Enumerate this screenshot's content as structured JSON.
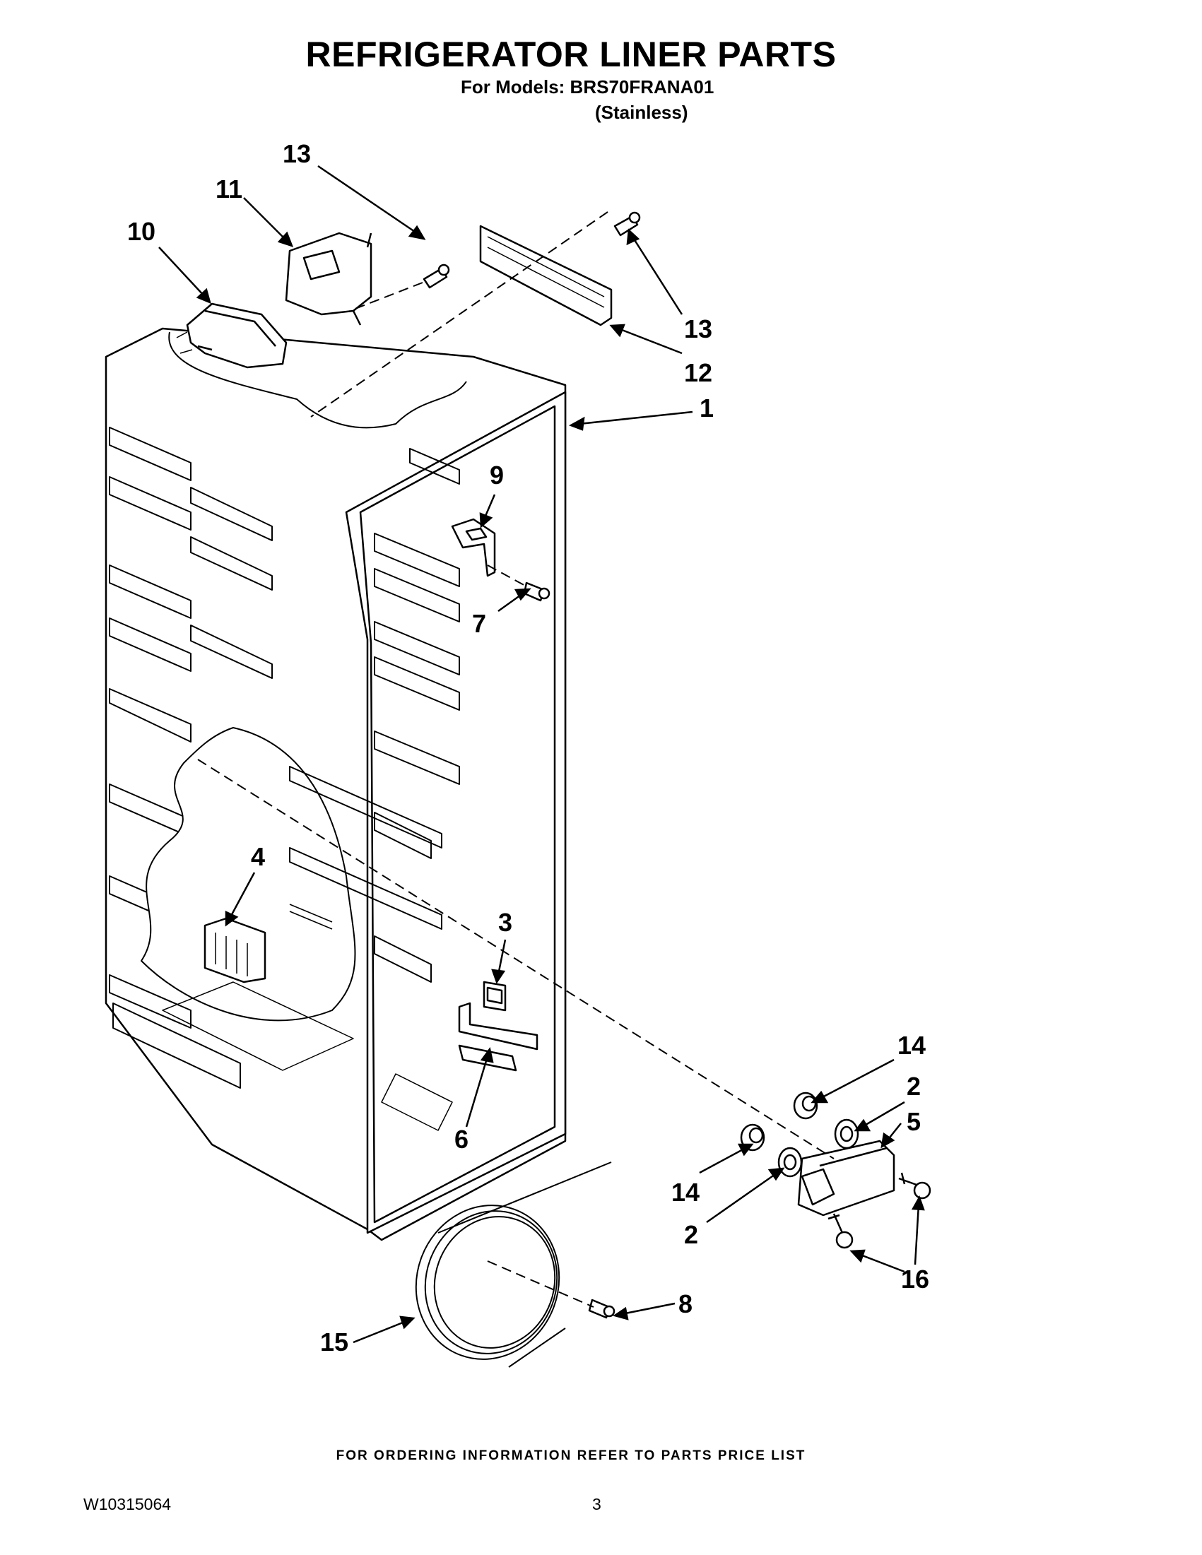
{
  "header": {
    "title": "REFRIGERATOR LINER PARTS",
    "models": "For Models: BRS70FRANA01",
    "variant": "(Stainless)"
  },
  "callouts": [
    "1",
    "2",
    "2",
    "3",
    "4",
    "5",
    "6",
    "7",
    "8",
    "9",
    "10",
    "11",
    "12",
    "13",
    "13",
    "14",
    "14",
    "15",
    "16"
  ],
  "footer": {
    "ordering_note": "FOR ORDERING INFORMATION REFER TO PARTS PRICE LIST",
    "document_number": "W10315064",
    "page_number": "3"
  }
}
